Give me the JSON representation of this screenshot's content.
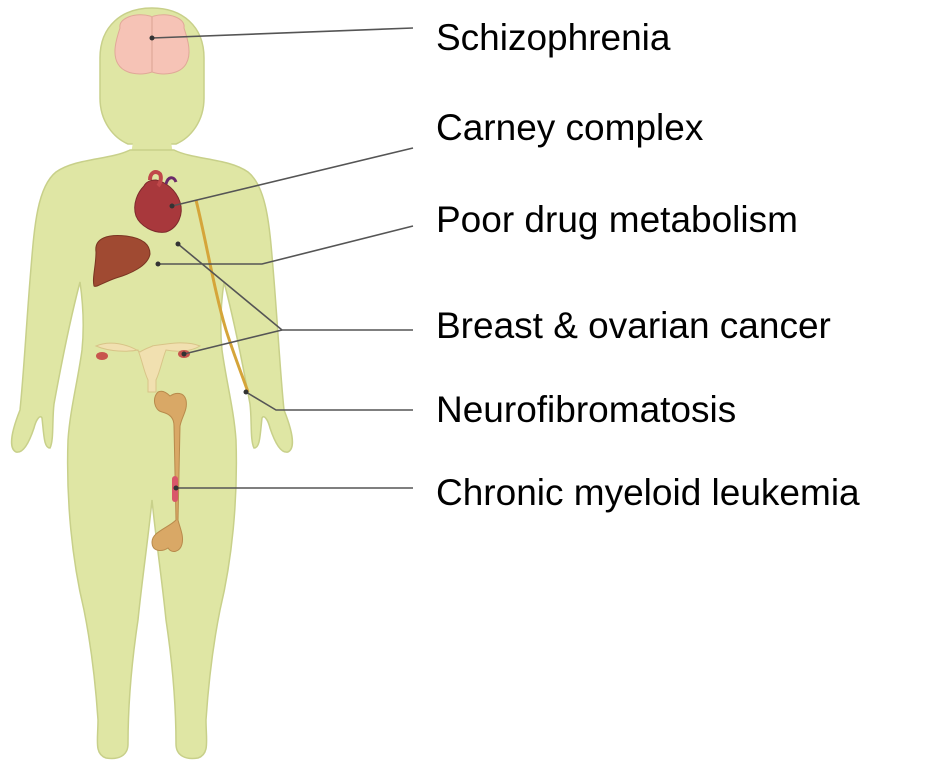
{
  "diagram": {
    "labels": [
      {
        "id": "brain",
        "text": "Schizophrenia"
      },
      {
        "id": "heart",
        "text": "Carney complex"
      },
      {
        "id": "liver",
        "text": "Poor drug metabolism"
      },
      {
        "id": "breast-ovary",
        "text": "Breast & ovarian cancer"
      },
      {
        "id": "nerve",
        "text": "Neurofibromatosis"
      },
      {
        "id": "bone-marrow",
        "text": "Chronic myeloid leukemia"
      }
    ],
    "colors": {
      "body": "#dfe6a4",
      "body_outline": "#c8d08a",
      "brain": "#f6c3b6",
      "heart": "#a8383c",
      "liver": "#a04a32",
      "bone": "#d9a866",
      "nerve": "#d5a53a",
      "ovary": "#c8564e",
      "leader_line": "#555555"
    }
  }
}
